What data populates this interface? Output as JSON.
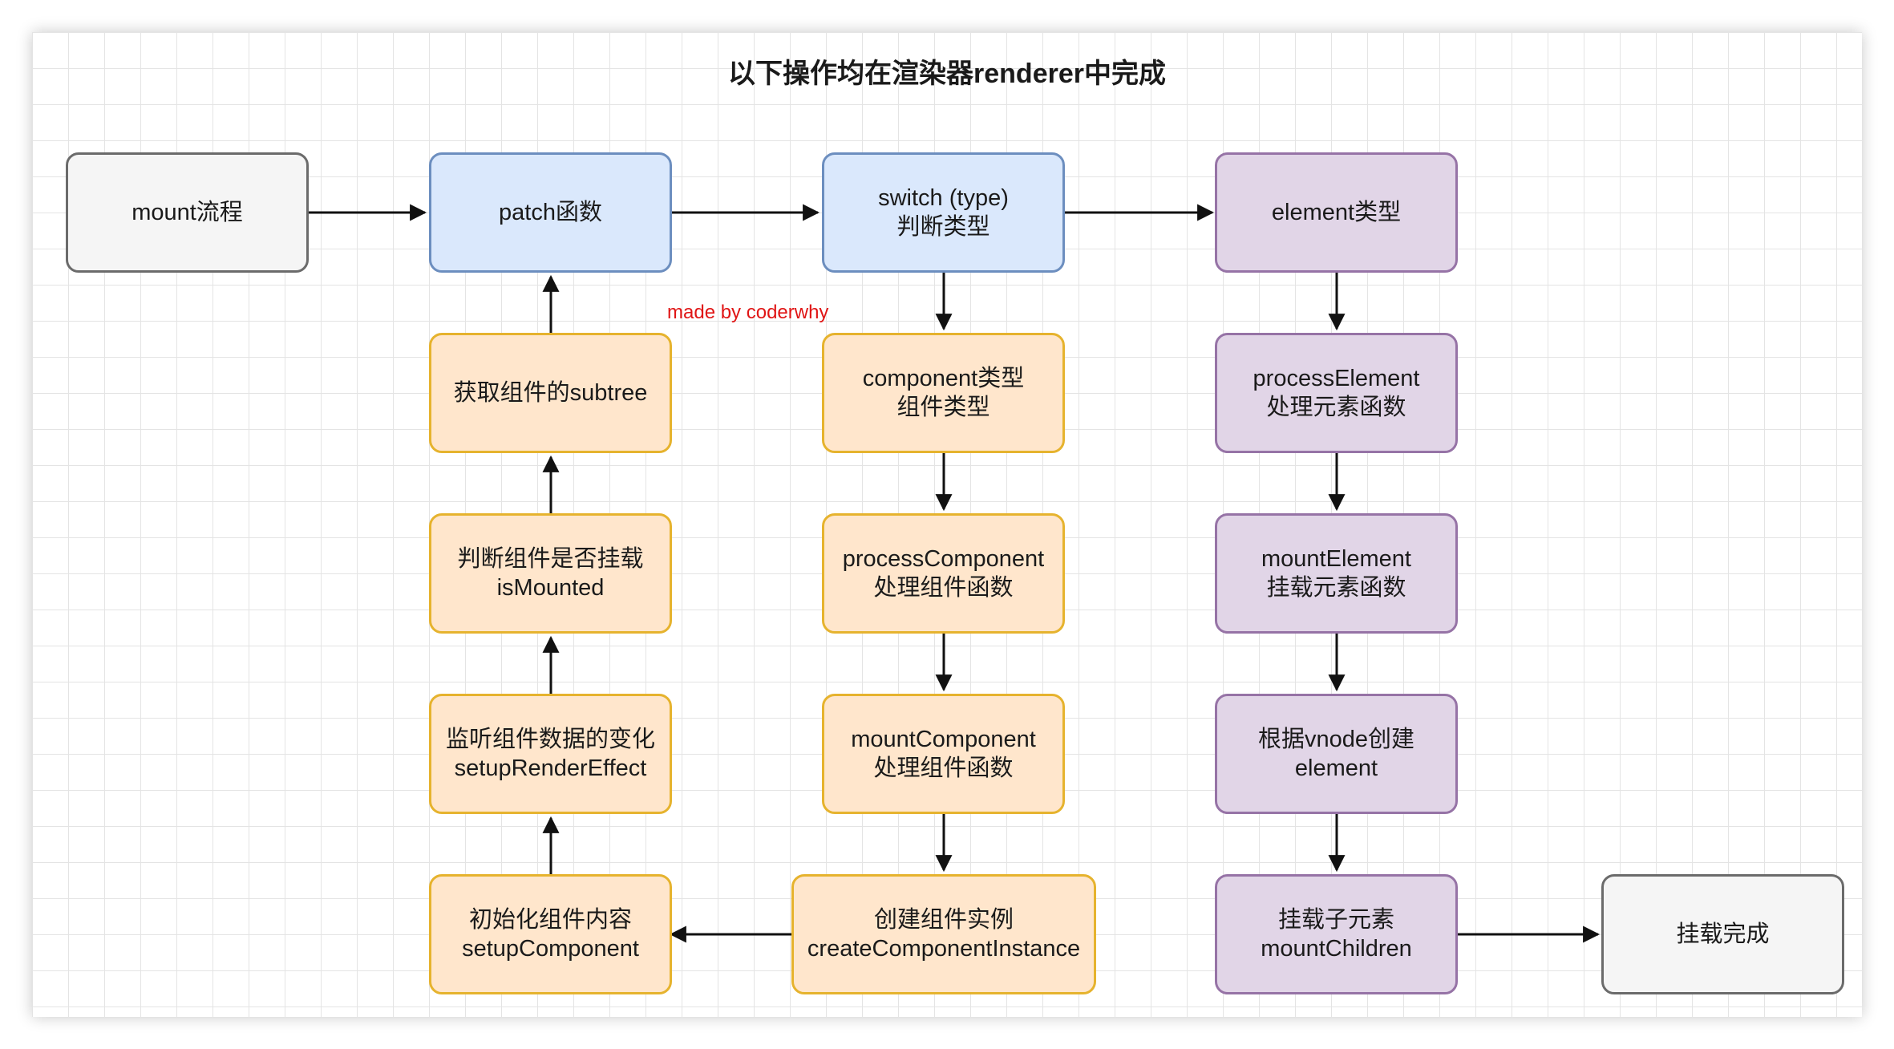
{
  "title": "以下操作均在渲染器renderer中完成",
  "watermark": "made by coderwhy",
  "nodes": {
    "mount": [
      "mount流程"
    ],
    "patch": [
      "patch函数"
    ],
    "switch": [
      "switch (type)",
      "判断类型"
    ],
    "element_type": [
      "element类型"
    ],
    "get_subtree": [
      "获取组件的subtree"
    ],
    "component_type": [
      "component类型",
      "组件类型"
    ],
    "process_element": [
      "processElement",
      "处理元素函数"
    ],
    "is_mounted": [
      "判断组件是否挂载",
      "isMounted"
    ],
    "process_component": [
      "processComponent",
      "处理组件函数"
    ],
    "mount_element": [
      "mountElement",
      "挂载元素函数"
    ],
    "render_effect": [
      "监听组件数据的变化",
      "setupRenderEffect"
    ],
    "mount_component": [
      "mountComponent",
      "处理组件函数"
    ],
    "create_element": [
      "根据vnode创建",
      "element"
    ],
    "setup_component": [
      "初始化组件内容",
      "setupComponent"
    ],
    "create_instance": [
      "创建组件实例",
      "createComponentInstance"
    ],
    "mount_children": [
      "挂载子元素",
      "mountChildren"
    ],
    "mount_done": [
      "挂载完成"
    ]
  },
  "colors": {
    "gray_fill": "#f5f5f5",
    "gray_stroke": "#6b6b6b",
    "blue_fill": "#dae8fc",
    "blue_stroke": "#6c8ebf",
    "orange_fill": "#ffe6cc",
    "orange_stroke": "#e6b32e",
    "purple_fill": "#e1d5e7",
    "purple_stroke": "#9673a6",
    "watermark": "#e01515"
  }
}
